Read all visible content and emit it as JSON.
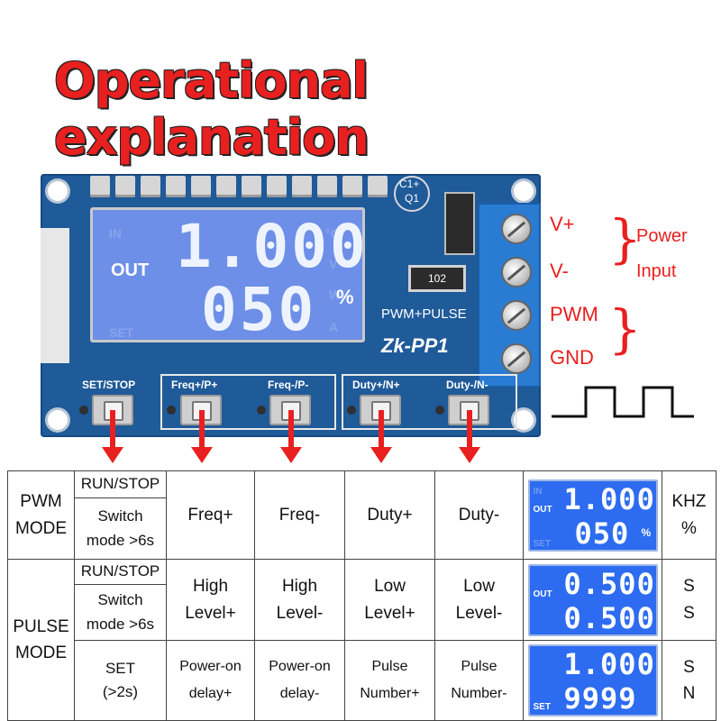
{
  "title": "Operational explanation",
  "board": {
    "lcd_mode": "OUT",
    "lcd_ghost_in": "IN",
    "lcd_ghost_set": "SET",
    "lcd_ghost_c": "°C",
    "lcd_ghost_v": "V",
    "lcd_ghost_w": "W",
    "lcd_ghost_a": "A",
    "lcd_line1": "1.000",
    "lcd_line2": "050",
    "lcd_unit2": "%",
    "cap_label": "C1+",
    "q_label": "Q1",
    "resistor_code": "102",
    "protocol": "PWM+PULSE",
    "model": "Zk-PP1",
    "buttons": [
      "SET/STOP",
      "Freq+/P+",
      "Freq-/P-",
      "Duty+/N+",
      "Duty-/N-"
    ]
  },
  "terminals": {
    "pins": [
      "V+",
      "V-",
      "PWM",
      "GND"
    ],
    "power_label_line1": "Power",
    "power_label_line2": "Input"
  },
  "table": {
    "pwm": {
      "mode_line1": "PWM",
      "mode_line2": "MODE",
      "run_stop": "RUN/STOP",
      "switch_line1": "Switch",
      "switch_line2": "mode >6s",
      "cols": [
        "Freq+",
        "Freq-",
        "Duty+",
        "Duty-"
      ],
      "lcd_mode": "OUT",
      "lcd_ghost_in": "IN",
      "lcd_ghost_set": "SET",
      "lcd_line1": "1.000",
      "lcd_line2": "050",
      "lcd_unit2": "%",
      "units": [
        "KHZ",
        "%"
      ]
    },
    "pulse": {
      "mode_line1": "PULSE",
      "mode_line2": "MODE",
      "run_stop": "RUN/STOP",
      "switch_line1": "Switch",
      "switch_line2": "mode >6s",
      "cols_line1": [
        "High",
        "High",
        "Low",
        "Low"
      ],
      "cols_line2": [
        "Level+",
        "Level-",
        "Level+",
        "Level-"
      ],
      "lcd_mode": "OUT",
      "lcd_line1": "0.500",
      "lcd_line2": "0.500",
      "units": [
        "S",
        "S"
      ]
    },
    "set": {
      "label_line1": "SET",
      "label_line2": "(>2s)",
      "cols_line1": [
        "Power-on",
        "Power-on",
        "Pulse",
        "Pulse"
      ],
      "cols_line2": [
        "delay+",
        "delay-",
        "Number+",
        "Number-"
      ],
      "lcd_mode": "SET",
      "lcd_line1": "1.000",
      "lcd_line2": "9999",
      "units": [
        "S",
        "N"
      ]
    }
  }
}
